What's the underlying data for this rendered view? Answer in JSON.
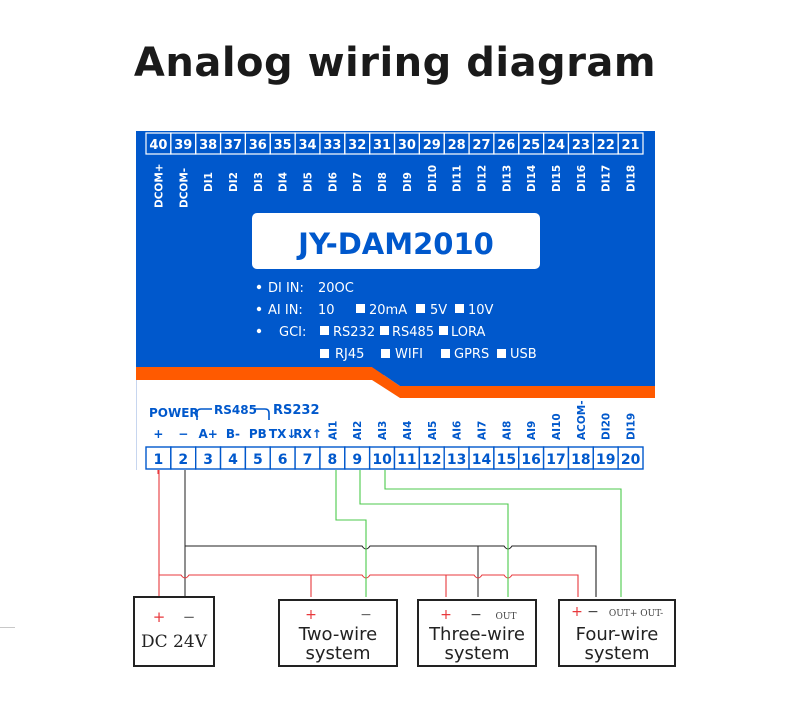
{
  "title": "Analog wiring diagram",
  "colors": {
    "device_blue": "#0058cc",
    "accent_orange": "#ff5a00",
    "terminal_border": "#0058cc",
    "wire_red": "#e8383c",
    "wire_black": "#222222",
    "wire_green": "#4cc94c"
  },
  "device": {
    "model": "JY-DAM2010",
    "top_terminals": [
      {
        "num": "40",
        "label": "DCOM+"
      },
      {
        "num": "39",
        "label": "DCOM-"
      },
      {
        "num": "38",
        "label": "DI1"
      },
      {
        "num": "37",
        "label": "DI2"
      },
      {
        "num": "36",
        "label": "DI3"
      },
      {
        "num": "35",
        "label": "DI4"
      },
      {
        "num": "34",
        "label": "DI5"
      },
      {
        "num": "33",
        "label": "DI6"
      },
      {
        "num": "32",
        "label": "DI7"
      },
      {
        "num": "31",
        "label": "DI8"
      },
      {
        "num": "30",
        "label": "DI9"
      },
      {
        "num": "29",
        "label": "DI10"
      },
      {
        "num": "28",
        "label": "DI11"
      },
      {
        "num": "27",
        "label": "DI12"
      },
      {
        "num": "26",
        "label": "DI13"
      },
      {
        "num": "25",
        "label": "DI14"
      },
      {
        "num": "24",
        "label": "DI15"
      },
      {
        "num": "23",
        "label": "DI16"
      },
      {
        "num": "22",
        "label": "DI17"
      },
      {
        "num": "21",
        "label": "DI18"
      }
    ],
    "specs": {
      "di_label": "DI IN:",
      "di_value": "20OC",
      "ai_label": "AI IN:",
      "ai_value": "10",
      "ai_options": [
        "20mA",
        "5V",
        "10V"
      ],
      "gci_label": "GCI:",
      "gci_row1": [
        "RS232",
        "RS485",
        "LORA"
      ],
      "gci_row2": [
        "RJ45",
        "WIFI",
        "GPRS",
        "USB"
      ]
    },
    "group_labels": {
      "power": "POWER",
      "rs485": "RS485",
      "rs232": "RS232"
    },
    "bottom_terminals": [
      {
        "num": "1",
        "label": "+",
        "orient": "h"
      },
      {
        "num": "2",
        "label": "−",
        "orient": "h"
      },
      {
        "num": "3",
        "label": "A+",
        "orient": "h"
      },
      {
        "num": "4",
        "label": "B-",
        "orient": "h"
      },
      {
        "num": "5",
        "label": "PB",
        "orient": "h"
      },
      {
        "num": "6",
        "label": "TX↓",
        "orient": "h"
      },
      {
        "num": "7",
        "label": "RX↑",
        "orient": "h"
      },
      {
        "num": "8",
        "label": "AI1",
        "orient": "v"
      },
      {
        "num": "9",
        "label": "AI2",
        "orient": "v"
      },
      {
        "num": "10",
        "label": "AI3",
        "orient": "v"
      },
      {
        "num": "11",
        "label": "AI4",
        "orient": "v"
      },
      {
        "num": "12",
        "label": "AI5",
        "orient": "v"
      },
      {
        "num": "13",
        "label": "AI6",
        "orient": "v"
      },
      {
        "num": "14",
        "label": "AI7",
        "orient": "v"
      },
      {
        "num": "15",
        "label": "AI8",
        "orient": "v"
      },
      {
        "num": "16",
        "label": "AI9",
        "orient": "v"
      },
      {
        "num": "17",
        "label": "AI10",
        "orient": "v"
      },
      {
        "num": "18",
        "label": "ACOM-",
        "orient": "v"
      },
      {
        "num": "19",
        "label": "DI20",
        "orient": "v"
      },
      {
        "num": "20",
        "label": "DI19",
        "orient": "v"
      }
    ]
  },
  "boxes": {
    "psu": {
      "plus": "+",
      "minus": "−",
      "label": "DC 24V"
    },
    "two_wire": {
      "plus": "+",
      "minus": "−",
      "line1": "Two-wire",
      "line2": "system"
    },
    "three_wire": {
      "plus": "+",
      "minus": "−",
      "out": "OUT",
      "line1": "Three-wire",
      "line2": "system"
    },
    "four_wire": {
      "plus": "+",
      "minus": "−",
      "out": "OUT+ OUT-",
      "line1": "Four-wire",
      "line2": "system"
    }
  }
}
